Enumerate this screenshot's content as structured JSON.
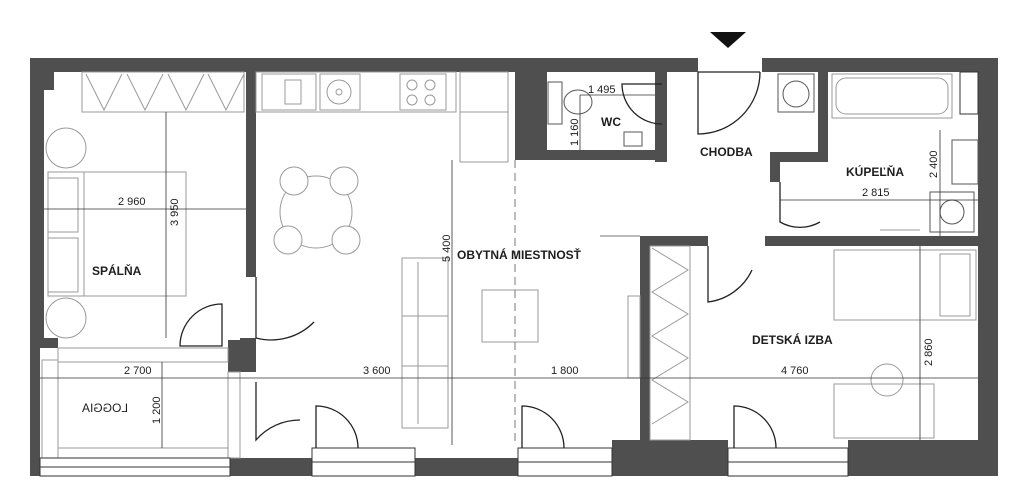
{
  "rooms": {
    "spalna": "SPÁLŇA",
    "obytna": "OBYTNÁ MIESTNOSŤ",
    "wc": "WC",
    "chodba": "CHODBA",
    "kupelna": "KÚPEĽŇA",
    "detska": "DETSKÁ IZBA",
    "loggia": "LOGGIA"
  },
  "dimensions": {
    "spalna_width": "2 960",
    "spalna_depth": "3 950",
    "wc_width": "1 495",
    "wc_depth": "1 160",
    "obytna_depth": "5 400",
    "kupelna_width": "2 815",
    "kupelna_depth": "2 400",
    "detska_depth": "2 860",
    "loggia_width": "2 700",
    "loggia_depth": "1 200",
    "row_3600": "3 600",
    "row_1800": "1 800",
    "detska_width": "4 760"
  },
  "colors": {
    "wall": "#4f4f4f",
    "furniture": "#9a9a9a",
    "lines": "#333333"
  },
  "icons": {
    "entrance": "entrance-arrow-icon"
  }
}
